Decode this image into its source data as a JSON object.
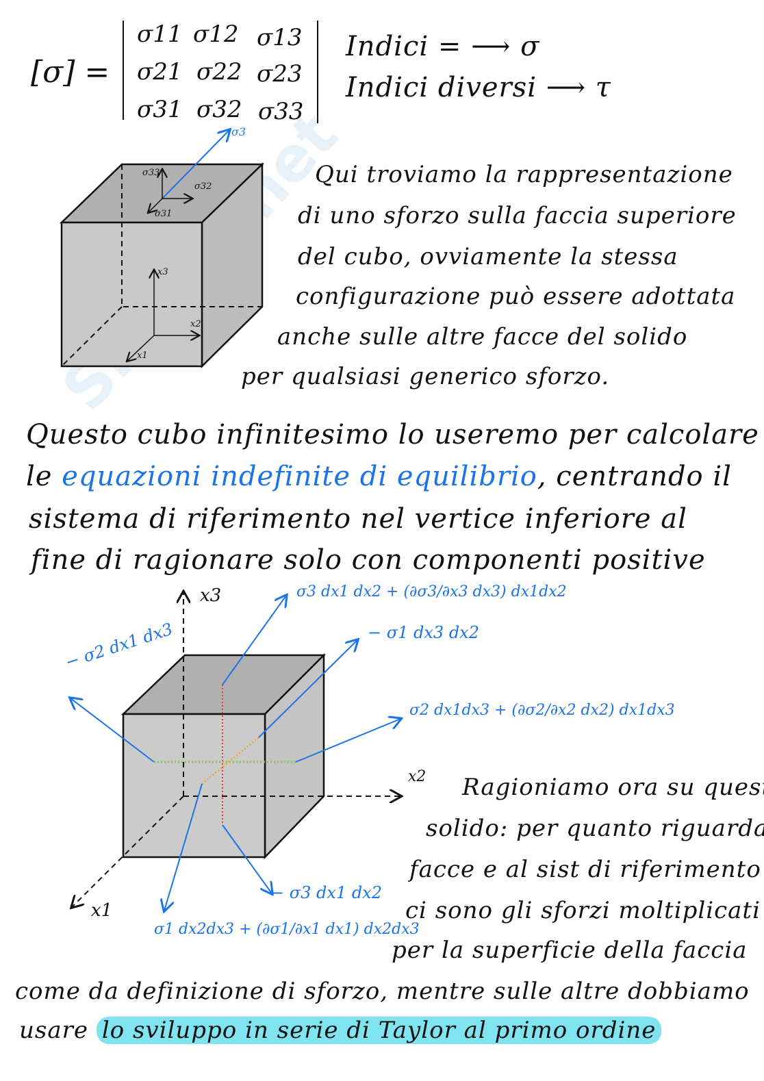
{
  "watermark": "Skuola.net",
  "matrix": {
    "lhs": "[σ] =",
    "rows": [
      [
        "σ11",
        "σ12",
        "σ13"
      ],
      [
        "σ21",
        "σ22",
        "σ23"
      ],
      [
        "σ31",
        "σ32",
        "σ33"
      ]
    ]
  },
  "legend": {
    "line1": "Indici = ⟶ σ",
    "line2": "Indici diversi ⟶ τ"
  },
  "cube1": {
    "sigma3": "σ3",
    "s33": "σ33",
    "s32": "σ32",
    "s31": "σ31",
    "x3": "x3",
    "x2": "x2",
    "x1": "x1"
  },
  "paragraph1": [
    "Qui troviamo la rappresentazione",
    "di uno sforzo sulla faccia superiore",
    "del cubo, ovviamente la stessa",
    "configurazione può essere adottata",
    "anche sulle altre facce del solido",
    "per qualsiasi generico sforzo."
  ],
  "paragraph2": {
    "line1": "Questo cubo infinitesimo lo useremo per calcolare",
    "line2_pre": "le ",
    "line2_blue": "equazioni indefinite di equilibrio",
    "line2_post": ", centrando il",
    "line3": "sistema di riferimento nel vertice inferiore al",
    "line4": "fine di ragionare solo con componenti positive"
  },
  "cube2": {
    "x3": "x3",
    "x2": "x2",
    "x1": "x1",
    "top": "σ3 dx1 dx2 + (∂σ3/∂x3 dx3) dx1dx2",
    "back": "− σ1 dx3 dx2",
    "left": "− σ2 dx1 dx3",
    "right": "σ2 dx1dx3 + (∂σ2/∂x2 dx2) dx1dx3",
    "bottom": "− σ3 dx1 dx2",
    "front": "σ1 dx2dx3 + (∂σ1/∂x1 dx1) dx2dx3"
  },
  "paragraph3": [
    "Ragioniamo ora su questo",
    "solido: per quanto riguarda le",
    "facce e al sist di riferimento",
    "ci sono gli sforzi moltiplicati",
    "per la superficie della faccia"
  ],
  "paragraph4": {
    "line1": "come da definizione di sforzo, mentre sulle altre dobbiamo",
    "line2_pre": "usare ",
    "line2_highlight": "lo sviluppo in serie di Taylor al primo ordine"
  },
  "colors": {
    "blue": "#1a73e8",
    "highlight": "#7fe3f0",
    "face": "#c8c8c8",
    "top_face": "#b0b0b0"
  }
}
